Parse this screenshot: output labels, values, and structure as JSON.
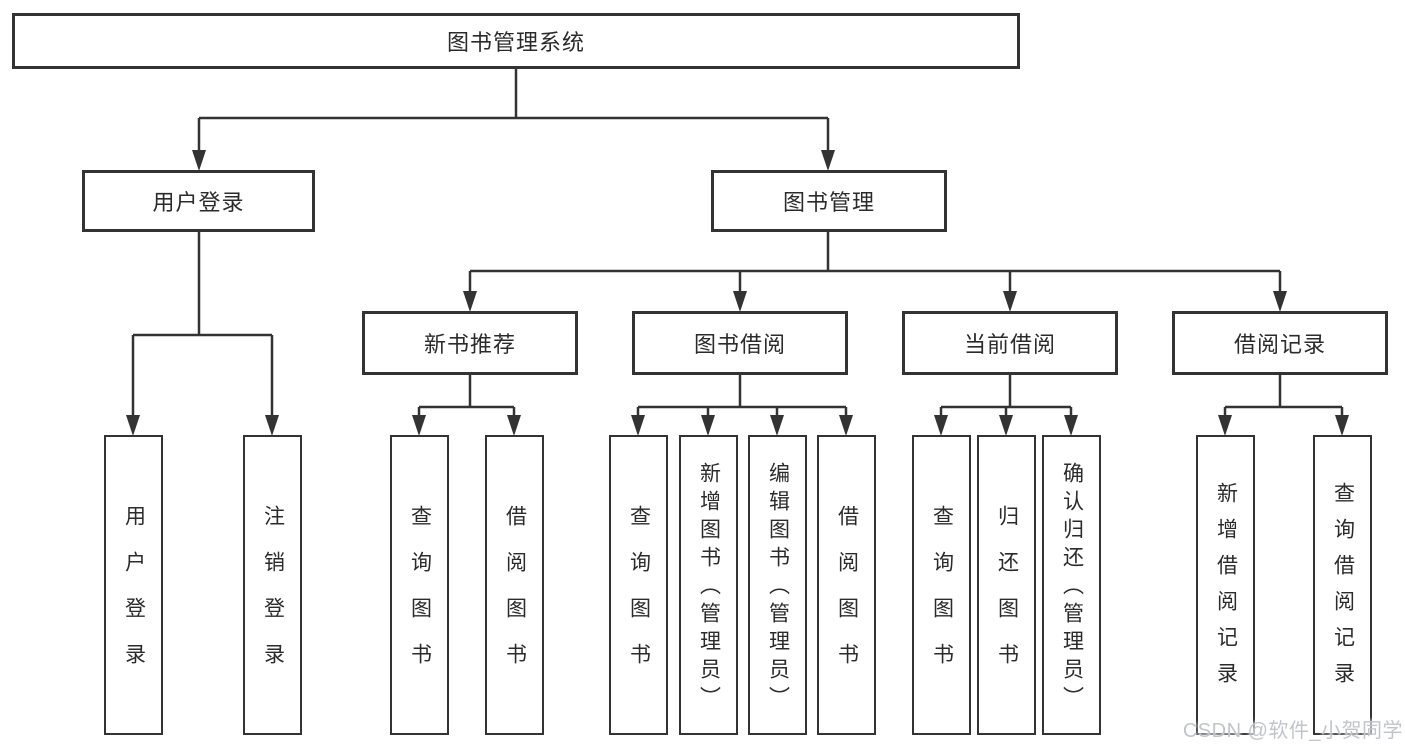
{
  "tree": {
    "label": "图书管理系统",
    "children": [
      {
        "label": "用户登录",
        "children": [
          {
            "label": "用户登录"
          },
          {
            "label": "注销登录"
          }
        ]
      },
      {
        "label": "图书管理",
        "children": [
          {
            "label": "新书推荐",
            "children": [
              {
                "label": "查询图书"
              },
              {
                "label": "借阅图书"
              }
            ]
          },
          {
            "label": "图书借阅",
            "children": [
              {
                "label": "查询图书"
              },
              {
                "label": "新增图书（管理员）"
              },
              {
                "label": "编辑图书（管理员）"
              },
              {
                "label": "借阅图书"
              }
            ]
          },
          {
            "label": "当前借阅",
            "children": [
              {
                "label": "查询图书"
              },
              {
                "label": "归还图书"
              },
              {
                "label": "确认归还（管理员）"
              }
            ]
          },
          {
            "label": "借阅记录",
            "children": [
              {
                "label": "新增借阅记录"
              },
              {
                "label": "查询借阅记录"
              }
            ]
          }
        ]
      }
    ]
  },
  "watermark": "CSDN @软件_小贺同学",
  "colors": {
    "line": "#333333",
    "box_border": "#333333",
    "text": "#2b2b2b",
    "watermark": "#c1c5cb",
    "background": "#ffffff"
  }
}
